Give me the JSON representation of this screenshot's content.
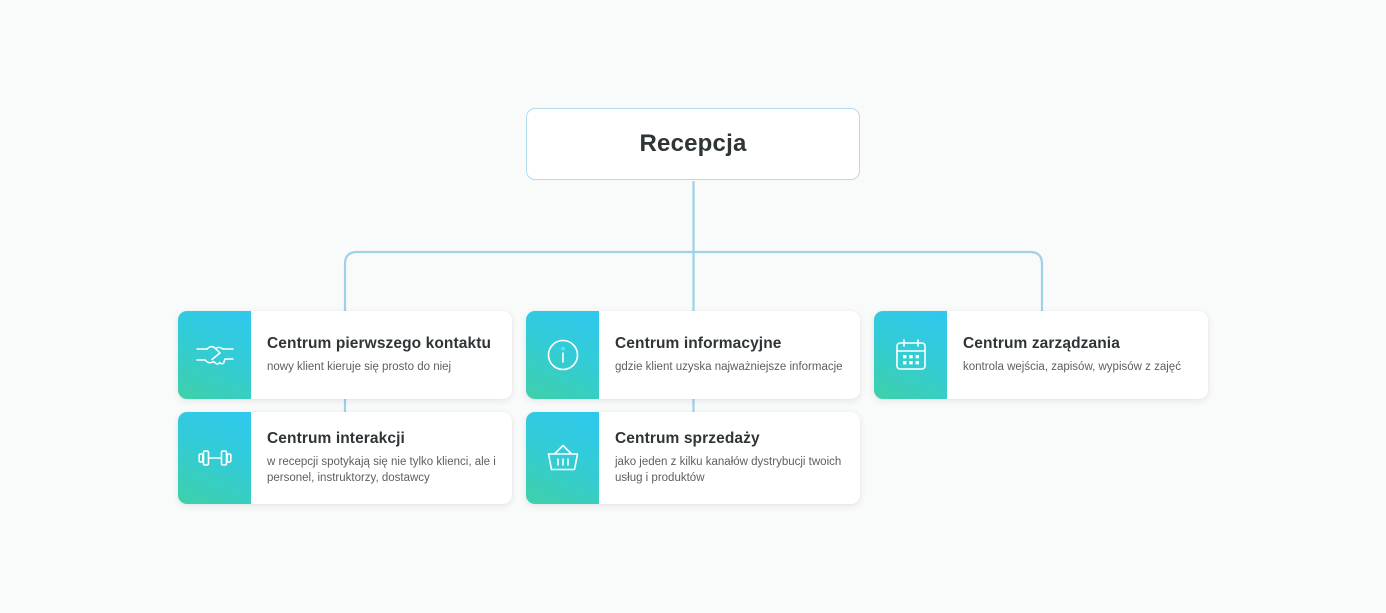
{
  "canvas": {
    "background_color": "#f9fafa",
    "connector_color": "#9fd1e8",
    "accent_gradient_from": "#2ec8ef",
    "accent_gradient_to": "#3ed0a8",
    "title_color": "#2f3437",
    "desc_color": "#5b5f62"
  },
  "root": {
    "label": "Recepcja"
  },
  "cards": [
    {
      "id": "contact",
      "icon": "handshake-icon",
      "title": "Centrum pierwszego kontaktu",
      "desc": "nowy klient kieruje się prosto do niej"
    },
    {
      "id": "info",
      "icon": "info-circle-icon",
      "title": "Centrum informacyjne",
      "desc": "gdzie klient uzyska najważniejsze informacje"
    },
    {
      "id": "manage",
      "icon": "calendar-icon",
      "title": "Centrum zarządzania",
      "desc": "kontrola wejścia, zapisów, wypisów z zajęć"
    },
    {
      "id": "interact",
      "icon": "dumbbell-icon",
      "title": "Centrum interakcji",
      "desc": "w recepcji spotykają się nie tylko klienci, ale i personel, instruktorzy, dostawcy"
    },
    {
      "id": "sales",
      "icon": "basket-icon",
      "title": "Centrum sprzedaży",
      "desc": "jako jeden z kilku kanałów dystrybucji twoich usług i produktów"
    }
  ]
}
